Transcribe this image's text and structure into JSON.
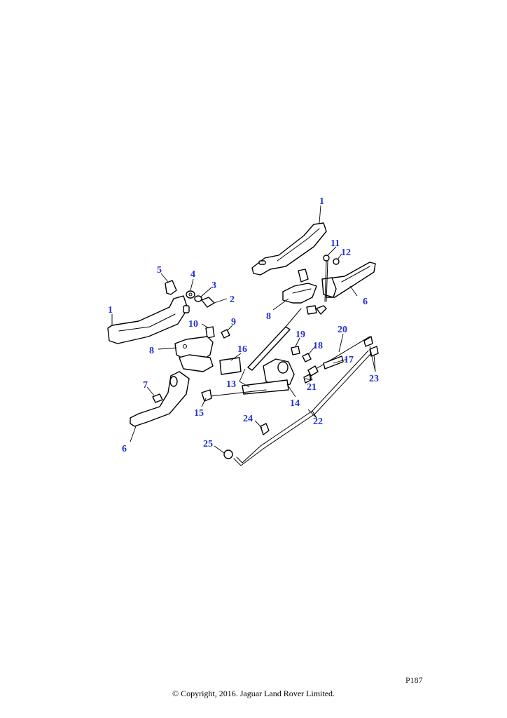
{
  "plate_code": "P187",
  "copyright": "© Copyright, 2016. Jaguar Land Rover Limited.",
  "callouts": [
    "1",
    "1",
    "2",
    "3",
    "4",
    "5",
    "6",
    "6",
    "7",
    "8",
    "8",
    "9",
    "10",
    "11",
    "12",
    "13",
    "14",
    "15",
    "16",
    "17",
    "18",
    "19",
    "20",
    "21",
    "22",
    "23",
    "24",
    "25"
  ],
  "colors": {
    "callout": "#1f2fd6",
    "line": "#000000",
    "background": "#ffffff"
  }
}
